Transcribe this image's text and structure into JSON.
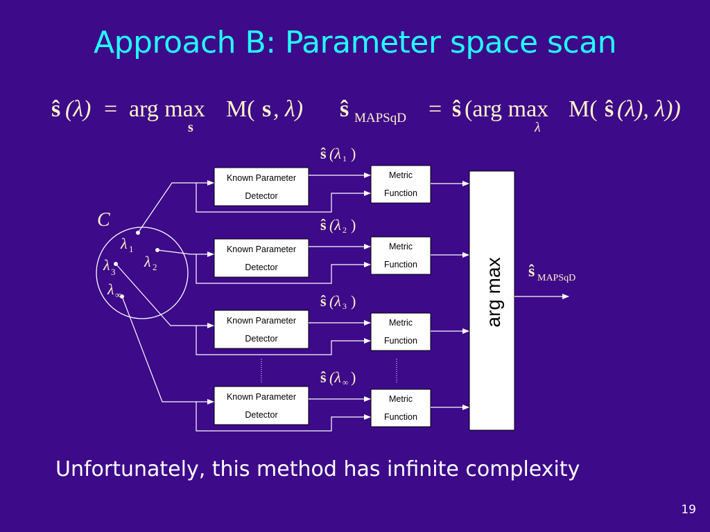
{
  "slide": {
    "title": "Approach B: Parameter space scan",
    "footer": "Unfortunately, this method has infinite complexity",
    "page_number": "19"
  },
  "equations": {
    "eq1": {
      "lhs_symbol": "ŝ",
      "lhs_arg": "(λ)",
      "equals": "=",
      "operator": "arg max",
      "operator_subscript": "s",
      "rhs_func": "M(",
      "rhs_bold_arg": "s",
      "rhs_tail": ", λ)"
    },
    "eq2": {
      "lhs_symbol": "ŝ",
      "lhs_subscript": "MAPSqD",
      "equals": "=",
      "rhs_hat": "ŝ",
      "rhs_open": "(arg max",
      "operator_subscript": "λ",
      "rhs_func": "M(",
      "rhs_inner_hat": "ŝ",
      "rhs_tail": "(λ), λ))"
    }
  },
  "diagram": {
    "set_label": "C",
    "lambdas": [
      {
        "sym": "λ",
        "sub": "1"
      },
      {
        "sym": "λ",
        "sub": "2"
      },
      {
        "sym": "λ",
        "sub": "3"
      },
      {
        "sym": "λ",
        "sub": "∞"
      }
    ],
    "branches": [
      {
        "detector_line1": "Known Parameter",
        "detector_line2": "Detector",
        "metric_line1": "Metric",
        "metric_line2": "Function",
        "estimate": "ŝ",
        "estimate_arg_open": "(λ",
        "estimate_sub": "1",
        "estimate_arg_close": ")"
      },
      {
        "detector_line1": "Known Parameter",
        "detector_line2": "Detector",
        "metric_line1": "Metric",
        "metric_line2": "Function",
        "estimate": "ŝ",
        "estimate_arg_open": "(λ",
        "estimate_sub": "2",
        "estimate_arg_close": ")"
      },
      {
        "detector_line1": "Known Parameter",
        "detector_line2": "Detector",
        "metric_line1": "Metric",
        "metric_line2": "Function",
        "estimate": "ŝ",
        "estimate_arg_open": "(λ",
        "estimate_sub": "3",
        "estimate_arg_close": ")"
      },
      {
        "detector_line1": "Known Parameter",
        "detector_line2": "Detector",
        "metric_line1": "Metric",
        "metric_line2": "Function",
        "estimate": "ŝ",
        "estimate_arg_open": "(λ",
        "estimate_sub": "∞",
        "estimate_arg_close": ")"
      }
    ],
    "argmax_label": "arg max",
    "output_symbol": "ŝ",
    "output_subscript": "MAPSqD"
  },
  "colors": {
    "background": "#3d0a8a",
    "title": "#22ffff",
    "text": "#ffffff",
    "math": "#fff3c8"
  }
}
